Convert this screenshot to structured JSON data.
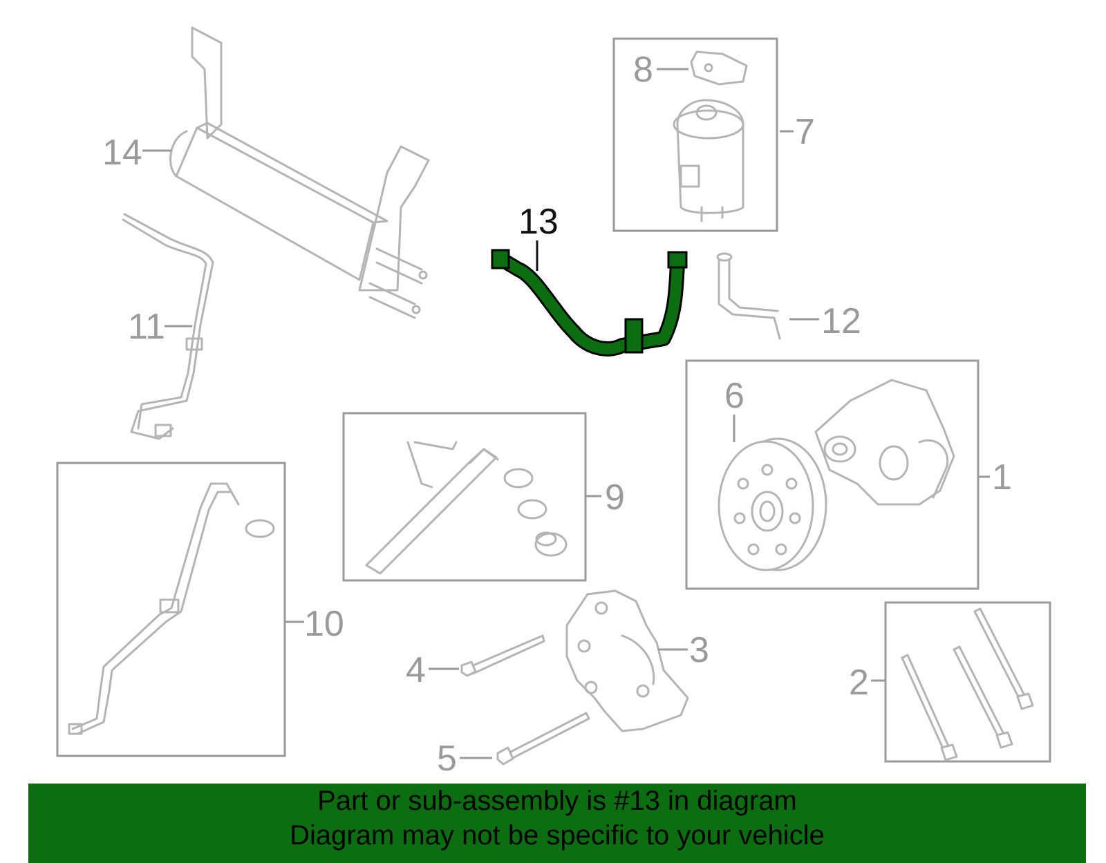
{
  "callouts": {
    "c1": "1",
    "c2": "2",
    "c3": "3",
    "c4": "4",
    "c5": "5",
    "c6": "6",
    "c7": "7",
    "c8": "8",
    "c9": "9",
    "c10": "10",
    "c11": "11",
    "c12": "12",
    "c13": "13",
    "c14": "14"
  },
  "highlight": {
    "part_number": "13",
    "color": "#0c6e10"
  },
  "banner": {
    "line1": "Part or sub-assembly is #13 in diagram",
    "line2": "Diagram may not be specific to your vehicle",
    "background": "#0c6e10"
  }
}
